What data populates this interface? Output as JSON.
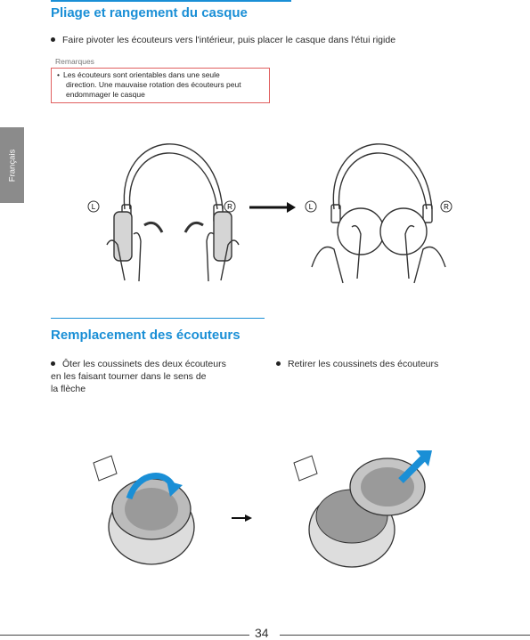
{
  "section1": {
    "title": "Pliage et rangement du casque",
    "bullet": "Faire pivoter les écouteurs vers l'intérieur, puis placer le casque dans l'étui rigide",
    "note_label": "Remarques",
    "note_lines": [
      "Les écouteurs sont orientables dans une seule",
      "direction. Une mauvaise rotation des écouteurs peut",
      "endommager le casque"
    ],
    "left_marker": "L",
    "right_marker": "R"
  },
  "side_tab": "Français",
  "section2": {
    "title": "Remplacement des écouteurs",
    "bullet_left": [
      "Ôter les coussinets des deux écouteurs",
      "en les faisant tourner dans le sens de",
      "la flèche"
    ],
    "bullet_right": "Retirer les coussinets des écouteurs"
  },
  "page_number": "34",
  "colors": {
    "accent": "#1a8fd6",
    "note_border": "#e06060",
    "side_tab": "#8b8b8b"
  }
}
